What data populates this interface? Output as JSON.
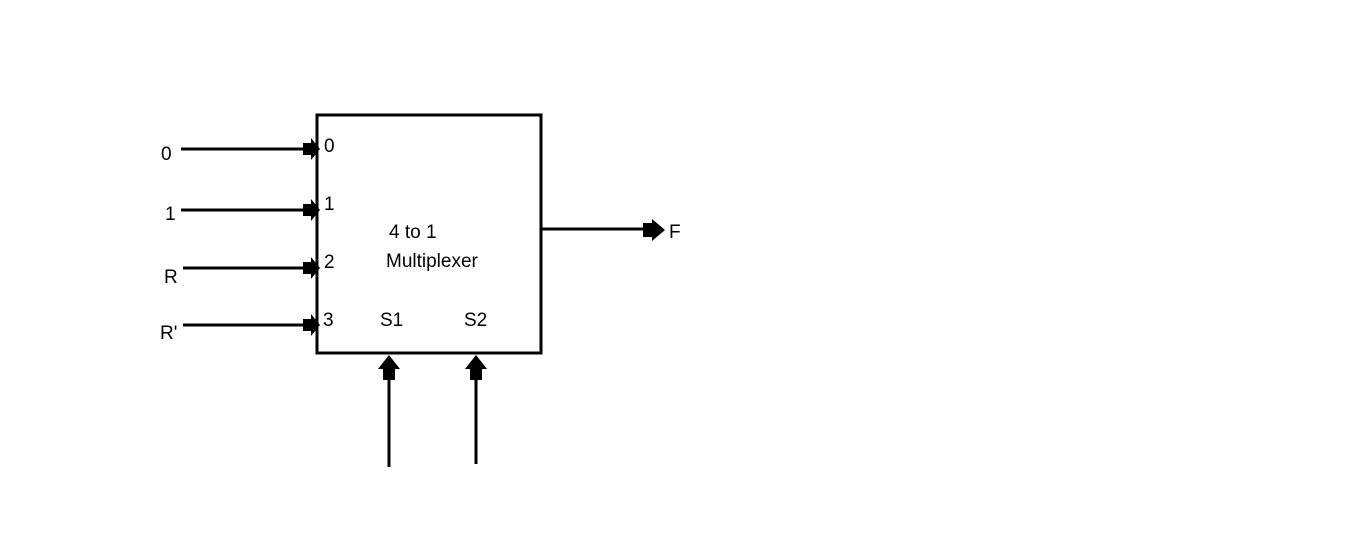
{
  "block": {
    "title_line1": "4 to 1",
    "title_line2": "Multiplexer"
  },
  "inputs": [
    {
      "signal": "0",
      "pin": "0"
    },
    {
      "signal": "1",
      "pin": "1"
    },
    {
      "signal": "R",
      "pin": "2"
    },
    {
      "signal": "R'",
      "pin": "3"
    }
  ],
  "selects": [
    "S1",
    "S2"
  ],
  "output": "F"
}
